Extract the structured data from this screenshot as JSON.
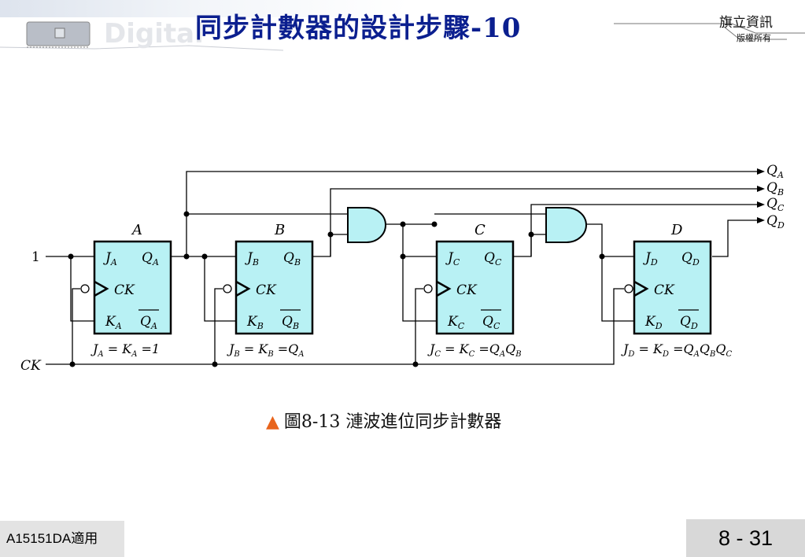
{
  "header": {
    "title": "同步計數器的設計步驟-10",
    "watermark": "Digital",
    "publisher": "旗立資訊",
    "rights": "版權所有"
  },
  "diagram": {
    "input_label": "1",
    "clock_label": "CK",
    "outputs": [
      {
        "name": "Q",
        "sub": "A"
      },
      {
        "name": "Q",
        "sub": "B"
      },
      {
        "name": "Q",
        "sub": "C"
      },
      {
        "name": "Q",
        "sub": "D"
      }
    ],
    "flipflops": [
      {
        "name": "A",
        "j": "J",
        "k": "K",
        "q": "Q",
        "qbar": "Q",
        "clk": "CK",
        "sub": "A",
        "equation": {
          "lhs": "J",
          "s1": "A",
          "mid": "K",
          "s2": "A",
          "rhs": "1"
        }
      },
      {
        "name": "B",
        "j": "J",
        "k": "K",
        "q": "Q",
        "qbar": "Q",
        "clk": "CK",
        "sub": "B",
        "equation": {
          "lhs": "J",
          "s1": "B",
          "mid": "K",
          "s2": "B",
          "rhs": "Q",
          "r1": "A"
        }
      },
      {
        "name": "C",
        "j": "J",
        "k": "K",
        "q": "Q",
        "qbar": "Q",
        "clk": "CK",
        "sub": "C",
        "equation": {
          "lhs": "J",
          "s1": "C",
          "mid": "K",
          "s2": "C",
          "rhs": "Q",
          "r1": "A",
          "r2": "Q",
          "r2s": "B"
        }
      },
      {
        "name": "D",
        "j": "J",
        "k": "K",
        "q": "Q",
        "qbar": "Q",
        "clk": "CK",
        "sub": "D",
        "equation": {
          "lhs": "J",
          "s1": "D",
          "mid": "K",
          "s2": "D",
          "rhs": "Q",
          "r1": "A",
          "r2": "Q",
          "r2s": "B",
          "r3": "Q",
          "r3s": "C"
        }
      }
    ],
    "colors": {
      "ff_fill": "#b8f1f4",
      "gate_fill": "#b8f1f4",
      "wire": "#000000",
      "title": "#0b1f8f",
      "caption_marker": "#e8641c"
    }
  },
  "caption": {
    "marker": "▲",
    "text": "圖8-13 漣波進位同步計數器"
  },
  "footer": {
    "course_code": "A15151DA適用",
    "page": "8 - 31"
  }
}
